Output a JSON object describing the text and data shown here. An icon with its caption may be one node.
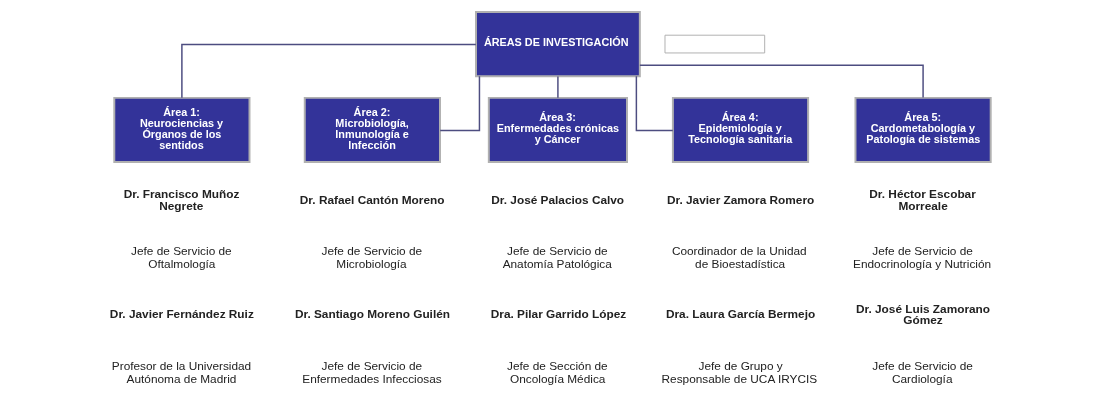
{
  "diagram": {
    "nodes": [
      {
        "text": [
          "ÁREAS DE INVESTIGACIÓN"
        ]
      },
      {
        "text": [],
        "shape": "box"
      },
      {
        "text": [
          "Área 1:",
          "Neurociencias y Órganos de los sentidos"
        ]
      },
      {
        "text": [
          "Área 2:",
          "Microbiología, Inmunología e Infección"
        ]
      },
      {
        "text": [
          "Área 3:",
          "Enfermedades crónicas y Cáncer"
        ]
      },
      {
        "text": [
          "Área 4:",
          "Epidemiología y Tecnología sanitaria"
        ]
      },
      {
        "text": [
          "Área 5:",
          "Cardometabología y Patología de sistemas"
        ]
      }
    ],
    "edges": [
      {
        "from": 0,
        "to": 2,
        "arrow": "none"
      },
      {
        "from": 0,
        "to": 3,
        "arrow": "none"
      },
      {
        "from": 0,
        "to": 4,
        "arrow": "none"
      },
      {
        "from": 0,
        "to": 5,
        "arrow": "none"
      },
      {
        "from": 0,
        "to": 6,
        "arrow": "none"
      }
    ],
    "labels": [
      "Dr. Francisco Muñoz Negrete",
      "Jefe de Servicio de Oftalmología",
      "Dr. Javier Fernández Ruiz",
      "Profesor de la Universidad Autónoma de Madrid",
      "Dr. Rafael Cantón Moreno",
      "Jefe de Servicio de Microbiología",
      "Dr. Santiago Moreno Guilén",
      "Jefe de Servicio de Enfermedades Infecciosas",
      "Dr. José Palacios Calvo",
      "Jefe de Servicio de Anatomía Patológica",
      "Dra. Pilar Garrido López",
      "Jefe de Sección de Oncología Médica",
      "Dr. Javier Zamora Romero",
      "Coordinador de la Unidad de Bioestadística",
      "Dra. Laura García Bermejo",
      "Jefe de Grupo y Responsable de UCA IRYCIS",
      "Dr. Héctor Escobar Morreale",
      "Jefe de Servicio de Endocrinología y Nutrición",
      "Dr. José Luis Zamorano Gómez",
      "Jefe de Servicio de Cardiología"
    ]
  }
}
